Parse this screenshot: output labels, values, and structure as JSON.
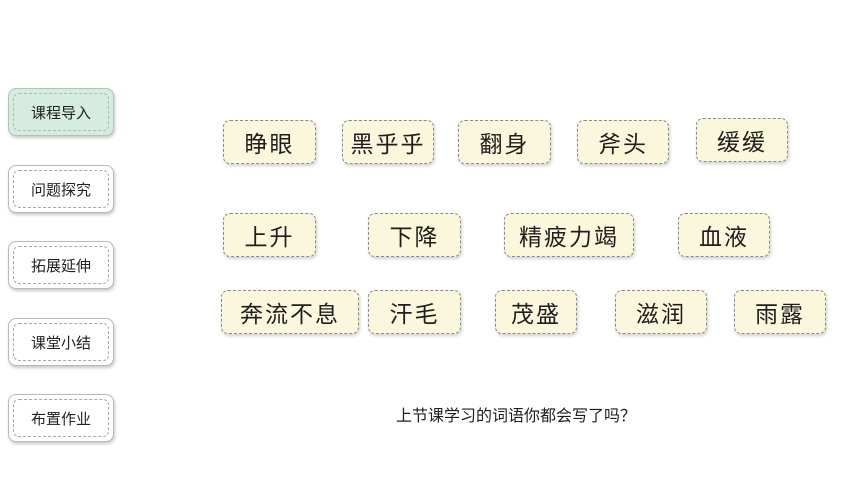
{
  "nav": {
    "items": [
      {
        "label": "课程导入",
        "active": true
      },
      {
        "label": "问题探究",
        "active": false
      },
      {
        "label": "拓展延伸",
        "active": false
      },
      {
        "label": "课堂小结",
        "active": false
      },
      {
        "label": "布置作业",
        "active": false
      }
    ]
  },
  "words": {
    "row1": [
      "睁眼",
      "黑乎乎",
      "翻身",
      "斧头",
      "缓缓"
    ],
    "row2": [
      "上升",
      "下降",
      "精疲力竭",
      "血液"
    ],
    "row3": [
      "奔流不息",
      "汗毛",
      "茂盛",
      "滋润",
      "雨露"
    ]
  },
  "question": "上节课学习的词语你都会写了吗？",
  "colors": {
    "card_bg": "#fbf7dc",
    "active_nav_bg": "#d6ece1"
  }
}
